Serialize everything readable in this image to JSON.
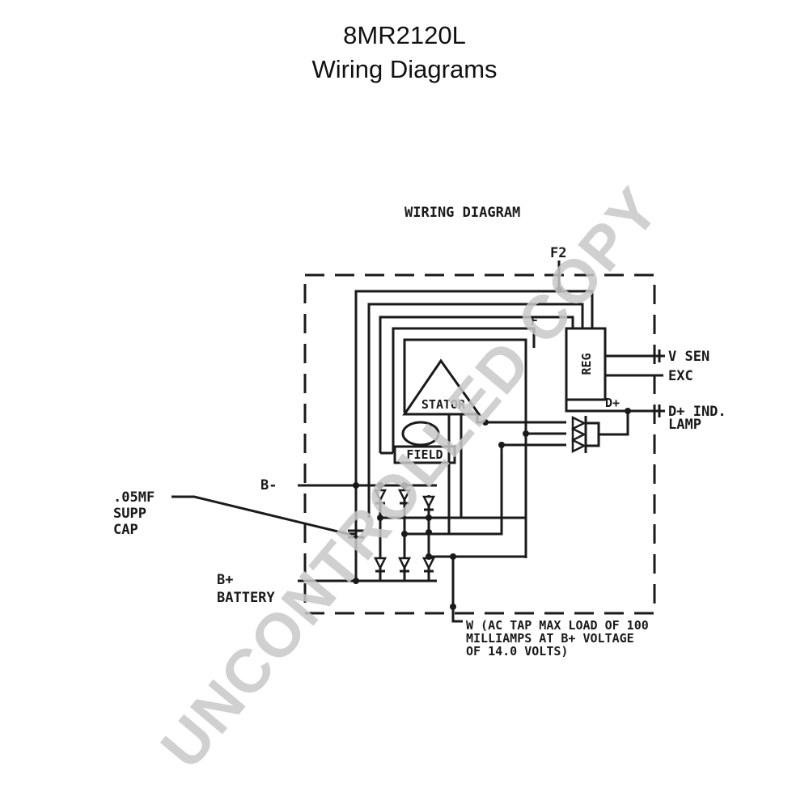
{
  "header": {
    "model": "8MR2120L",
    "subtitle": "Wiring Diagrams"
  },
  "diagram": {
    "heading": "WIRING DIAGRAM",
    "terminals": {
      "f2": "F2",
      "v_sen": "V SEN",
      "exc": "EXC",
      "d_plus_ind_1": "D+ IND.",
      "d_plus_ind_2": "LAMP",
      "d_plus_inner": "D+",
      "b_minus": "B-",
      "cap_1": ".05MF",
      "cap_2": "SUPP",
      "cap_3": "CAP",
      "b_plus_1": "B+",
      "b_plus_2": "BATTERY",
      "w_note_1": "W (AC TAP MAX LOAD OF 100",
      "w_note_2": "MILLIAMPS AT B+ VOLTAGE",
      "w_note_3": "OF 14.0 VOLTS)"
    },
    "components": {
      "reg": "REG",
      "stator": "STATOR",
      "field": "FIELD",
      "field_marker": "F"
    }
  },
  "watermark": "UNCONTROLLED COPY"
}
